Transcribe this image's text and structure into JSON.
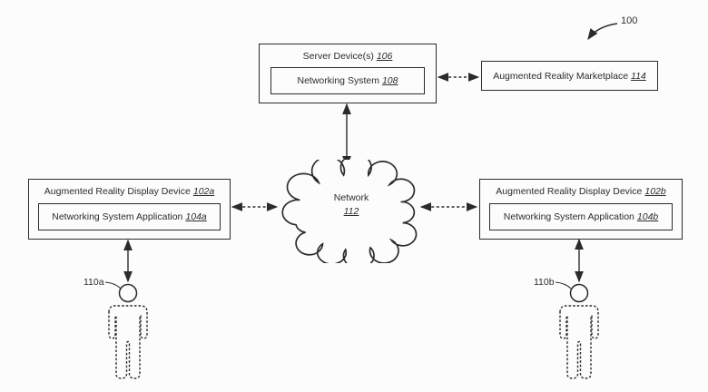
{
  "diagram": {
    "figure_ref": "100",
    "server": {
      "label": "Server Device(s)",
      "ref": "106"
    },
    "networking_system": {
      "label": "Networking System",
      "ref": "108"
    },
    "marketplace": {
      "label": "Augmented Reality Marketplace",
      "ref": "114"
    },
    "network": {
      "label": "Network",
      "ref": "112"
    },
    "device_a": {
      "label": "Augmented Reality Display Device",
      "ref": "102a"
    },
    "app_a": {
      "label": "Networking System Application",
      "ref": "104a"
    },
    "device_b": {
      "label": "Augmented Reality Display Device",
      "ref": "102b"
    },
    "app_b": {
      "label": "Networking System Application",
      "ref": "104b"
    },
    "user_a": {
      "ref": "110a"
    },
    "user_b": {
      "ref": "110b"
    },
    "colors": {
      "ink": "#2b2b2b",
      "background": "#fcfcfc"
    }
  }
}
